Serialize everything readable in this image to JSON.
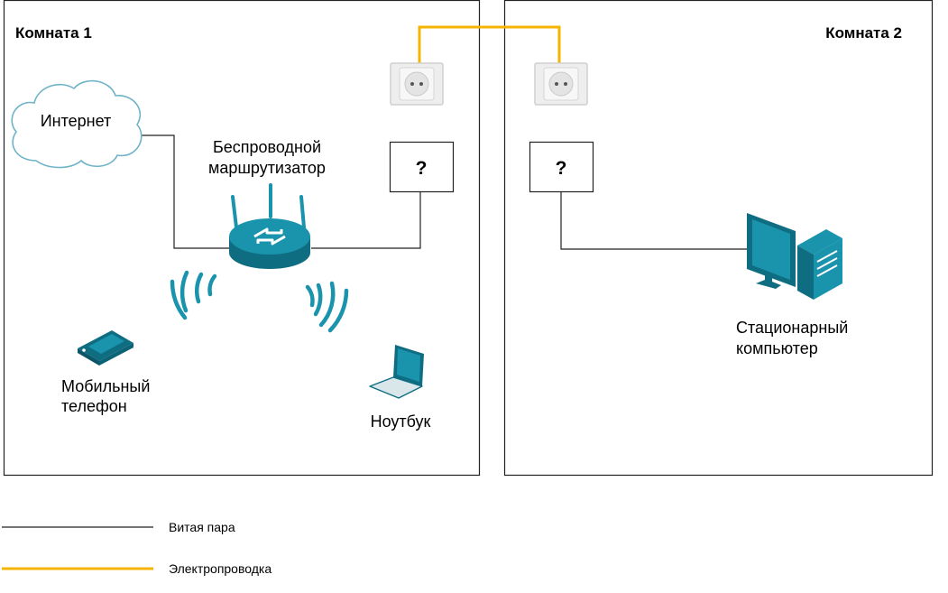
{
  "rooms": {
    "room1_title": "Комната 1",
    "room2_title": "Комната 2"
  },
  "nodes": {
    "internet": "Интернет",
    "router_line1": "Беспроводной",
    "router_line2": "маршрутизатор",
    "adapter1": "?",
    "adapter2": "?",
    "mobile_line1": "Мобильный",
    "mobile_line2": "телефон",
    "laptop": "Ноутбук",
    "desktop_line1": "Стационарный",
    "desktop_line2": "компьютер"
  },
  "legend": {
    "twisted_pair": "Витая пара",
    "power_wiring": "Электропроводка"
  },
  "colors": {
    "device_teal": "#1a93ad",
    "device_dark": "#0f6d82",
    "power_line": "#f5b400",
    "cloud_stroke": "#6fb3c8",
    "socket_face": "#e6e6e6"
  }
}
